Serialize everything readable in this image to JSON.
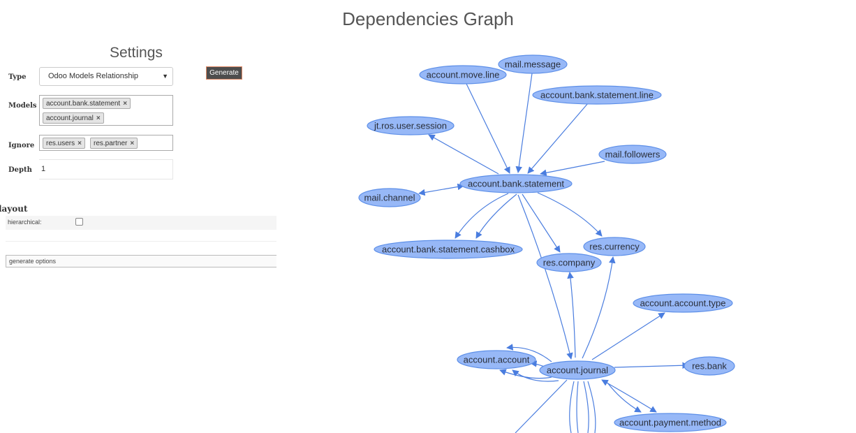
{
  "page": {
    "title": "Dependencies Graph"
  },
  "settings": {
    "title": "Settings",
    "type": {
      "label": "Type",
      "selected": "Odoo Models Relationship"
    },
    "models": {
      "label": "Models",
      "tags": [
        "account.bank.statement",
        "account.journal"
      ]
    },
    "ignore": {
      "label": "Ignore",
      "tags": [
        "res.users",
        "res.partner"
      ]
    },
    "depth": {
      "label": "Depth",
      "value": "1"
    },
    "generate_label": "Generate"
  },
  "layout": {
    "heading": "layout",
    "hierarchical_label": "hierarchical:",
    "hierarchical_checked": false,
    "generate_options_label": "generate options"
  },
  "graph": {
    "edge_color": "#4a7ddf",
    "node_fill": "#97b8f7",
    "node_stroke": "#5d8fe8",
    "nodes": [
      {
        "id": "mail_message",
        "label": "mail.message"
      },
      {
        "id": "account_move_line",
        "label": "account.move.line"
      },
      {
        "id": "absl",
        "label": "account.bank.statement.line"
      },
      {
        "id": "jt_ros",
        "label": "jt.ros.user.session"
      },
      {
        "id": "mail_followers",
        "label": "mail.followers"
      },
      {
        "id": "abs",
        "label": "account.bank.statement"
      },
      {
        "id": "mail_channel",
        "label": "mail.channel"
      },
      {
        "id": "cashbox",
        "label": "account.bank.statement.cashbox"
      },
      {
        "id": "res_currency",
        "label": "res.currency"
      },
      {
        "id": "res_company",
        "label": "res.company"
      },
      {
        "id": "acc_type",
        "label": "account.account.type"
      },
      {
        "id": "acc_account",
        "label": "account.account"
      },
      {
        "id": "acc_journal",
        "label": "account.journal"
      },
      {
        "id": "res_bank",
        "label": "res.bank"
      },
      {
        "id": "pay_method",
        "label": "account.payment.method"
      }
    ]
  }
}
